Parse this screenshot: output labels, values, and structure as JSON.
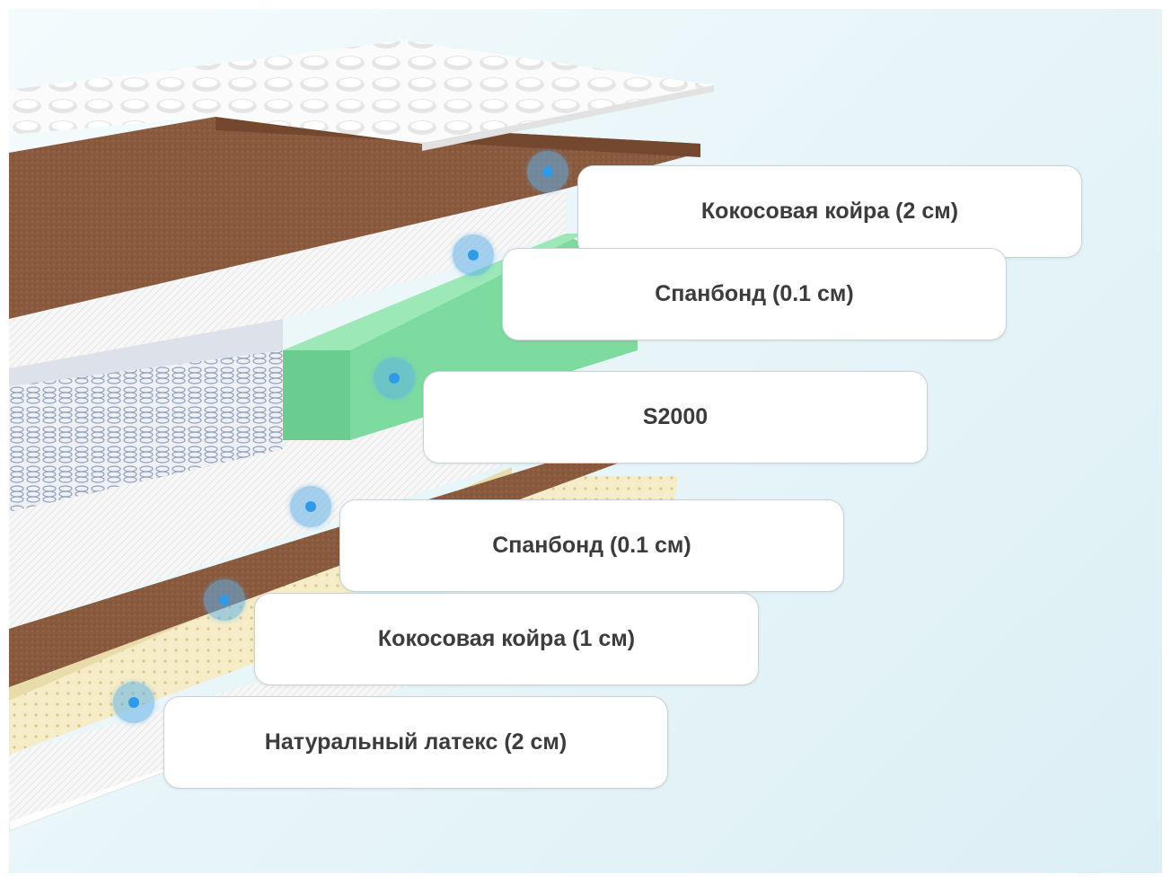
{
  "colors": {
    "coconut": "#8a5a3e",
    "latex": "#f3e8bd",
    "foam": "#7ddba0",
    "spunbond": "#f5f5f5",
    "marker": "#2f9be6"
  },
  "layers": [
    {
      "label": "Кокосовая койра (2 см)"
    },
    {
      "label": "Спанбонд (0.1 см)"
    },
    {
      "label": "S2000"
    },
    {
      "label": "Спанбонд (0.1 см)"
    },
    {
      "label": "Кокосовая койра (1 см)"
    },
    {
      "label": "Натуральный латекс (2 см)"
    }
  ]
}
